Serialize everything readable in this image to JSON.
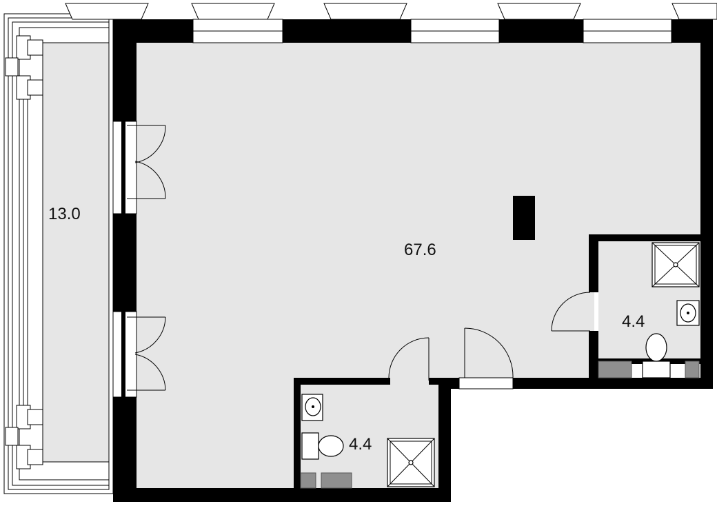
{
  "rooms": {
    "main_area": "67.6",
    "balcony_area": "13.0",
    "bathroom_right_area": "4.4",
    "bathroom_left_area": "4.4"
  }
}
